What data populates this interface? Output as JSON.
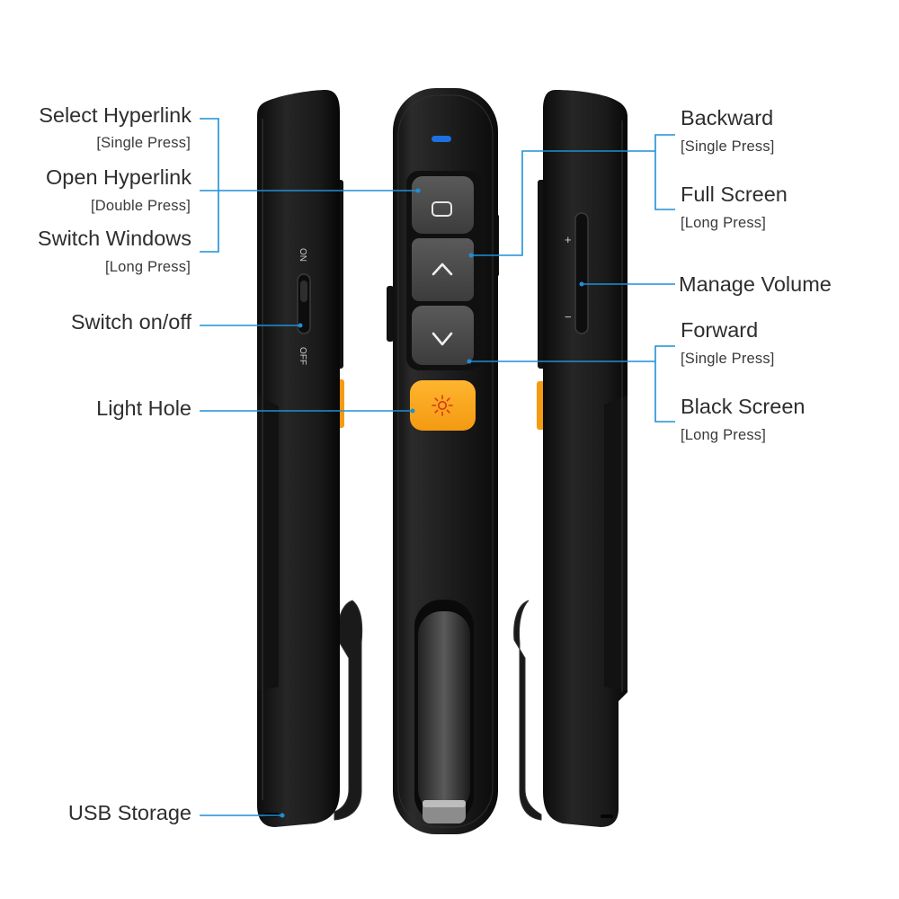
{
  "colors": {
    "leader": "#1f8fd6",
    "body": "#1c1c1c",
    "button": "#4a4a4a",
    "laser_button": "#f7a51c",
    "indicator": "#1e6fe0"
  },
  "icons": {
    "center_button": "rounded-square-icon",
    "up_button": "chevron-up-icon",
    "down_button": "chevron-down-icon",
    "laser_button": "laser-burst-icon"
  },
  "switch": {
    "on_label": "ON",
    "off_label": "OFF"
  },
  "volume": {
    "plus_label": "+",
    "minus_label": "−"
  },
  "labels_left": [
    {
      "title": "Select Hyperlink",
      "note": "[Single Press]"
    },
    {
      "title": "Open Hyperlink",
      "note": "[Double Press]"
    },
    {
      "title": "Switch Windows",
      "note": "[Long Press]"
    },
    {
      "title": "Switch on/off",
      "note": ""
    },
    {
      "title": "Light Hole",
      "note": ""
    },
    {
      "title": "USB Storage",
      "note": ""
    }
  ],
  "labels_right": [
    {
      "title": "Backward",
      "note": "[Single Press]"
    },
    {
      "title": "Full Screen",
      "note": "[Long Press]"
    },
    {
      "title": "Manage Volume",
      "note": ""
    },
    {
      "title": "Forward",
      "note": "[Single Press]"
    },
    {
      "title": "Black Screen",
      "note": "[Long Press]"
    }
  ]
}
